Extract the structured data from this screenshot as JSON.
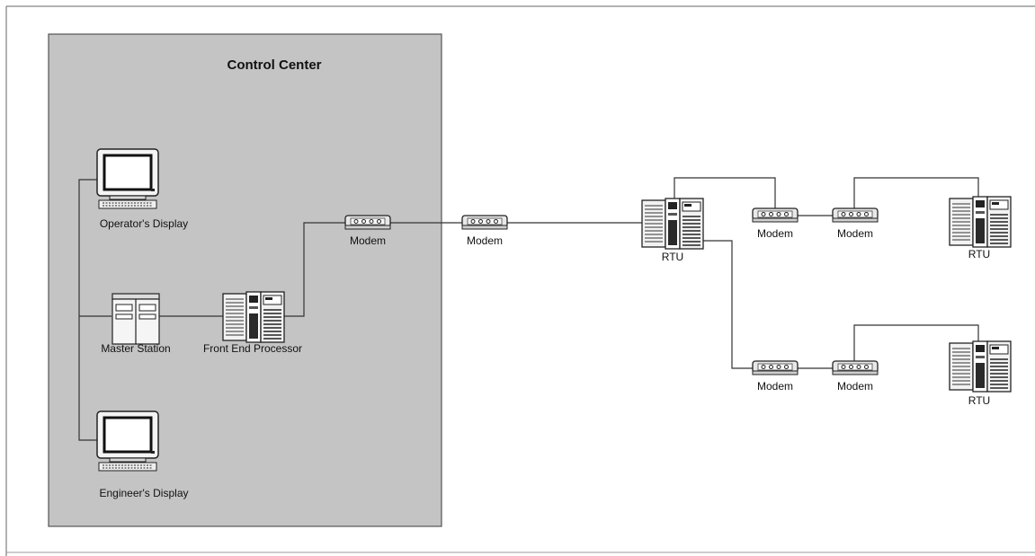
{
  "control_center": {
    "title": "Control Center",
    "operator_display": "Operator's Display",
    "master_station": "Master Station",
    "front_end_processor": "Front End Processor",
    "engineer_display": "Engineer's Display",
    "modem": "Modem"
  },
  "field": {
    "modem_link": "Modem",
    "rtu_main": "RTU",
    "branch_top": {
      "modem_a": "Modem",
      "modem_b": "Modem",
      "rtu": "RTU"
    },
    "branch_bottom": {
      "modem_a": "Modem",
      "modem_b": "Modem",
      "rtu": "RTU"
    }
  },
  "colors": {
    "control_center_fill": "#c4c4c4",
    "control_center_border": "#555555",
    "line": "#333333"
  }
}
